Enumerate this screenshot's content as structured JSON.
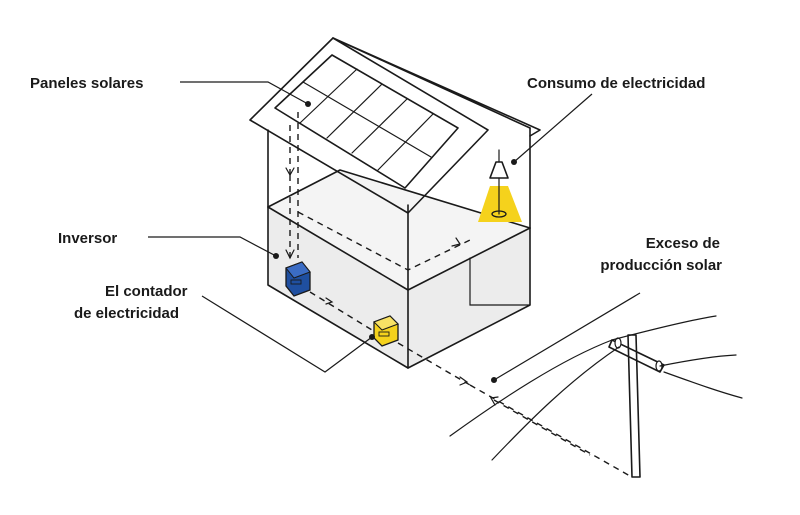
{
  "labels": {
    "solar_panels": "Paneles solares",
    "consumption_line1": "Consumo de electricidad",
    "inverter": "Inversor",
    "meter_line1": "El contador",
    "meter_line2": "de electricidad",
    "excess_line1": "Exceso de",
    "excess_line2": "producción solar"
  },
  "colors": {
    "outline": "#1a1a1a",
    "wall_fill": "#ececec",
    "inverter_blue": "#1f4fa0",
    "meter_yellow": "#f5d21c",
    "lamp_glow": "#f5d21c"
  },
  "icons": {
    "house": "house-icon",
    "solar_panel": "solar-panel-icon",
    "inverter": "inverter-icon",
    "meter": "electricity-meter-icon",
    "lamp": "lamp-icon",
    "utility_pole": "utility-pole-icon"
  }
}
